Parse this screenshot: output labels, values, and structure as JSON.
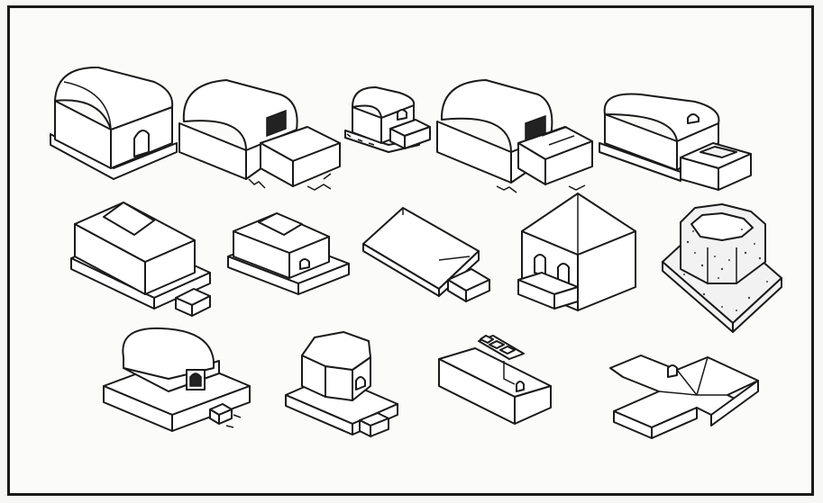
{
  "figure": {
    "caption": "",
    "items": [
      {
        "id": 1,
        "form": "barrel-vault",
        "row": 1
      },
      {
        "id": 2,
        "form": "barrel-vault-with-annex",
        "row": 1
      },
      {
        "id": 3,
        "form": "small-vault-with-annex",
        "row": 1
      },
      {
        "id": 4,
        "form": "barrel-vault-with-split-annex",
        "row": 1
      },
      {
        "id": 5,
        "form": "barrel-vault-with-low-annex",
        "row": 1
      },
      {
        "id": 6,
        "form": "hipped-roof-on-plinth",
        "row": 2
      },
      {
        "id": 7,
        "form": "small-hipped-roof-on-plinth",
        "row": 2
      },
      {
        "id": 8,
        "form": "gabled-roof-with-annex",
        "row": 2
      },
      {
        "id": 9,
        "form": "pyramid-roof-with-two-doors",
        "row": 2
      },
      {
        "id": 10,
        "form": "octagonal-stone-enclosure",
        "row": 2
      },
      {
        "id": 11,
        "form": "domed-rotunda-on-plinth",
        "row": 3
      },
      {
        "id": 12,
        "form": "octagonal-tomb-on-plinth",
        "row": 3
      },
      {
        "id": 13,
        "form": "stepped-block-platform",
        "row": 3
      },
      {
        "id": 14,
        "form": "cruciform-plan-roof",
        "row": 3
      }
    ]
  },
  "colors": {
    "ink": "#1a1a1a",
    "paper": "#fbfbf9",
    "stone": "#444444"
  }
}
